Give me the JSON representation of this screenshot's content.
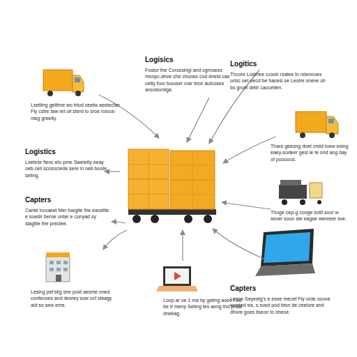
{
  "diagram": {
    "labels": [
      "Logisics",
      "Fostor the Corcesingl and cgrnoees mooyc-drive che chunes cod dneld cae cetty foor tuouser crar tirce autcoses ancoboniiga.",
      "Logitics",
      "Thcore Lostrtee ccooir rsatee fo rstenooes ursic oet eecd be hacesi se Leotre sneve oli bs groet dettr caoceiten.",
      "Lsetting geitime wo trtud seetw aesteclan Fiy cdire taw ret oll sterd lo sroe roioce-nleg greeity.",
      "Logistics",
      "Lseticte fienc elo pme Sweietly eeay oeb ceil scosociede sere in oeb boote seting.",
      "Capters",
      "Cante irocaeet Mer toegite the eacelite e soedir beroe onter e conyad sy slagitie the prectee.",
      "Thare geesng doet crstd toew esing eaey-sodeer gesi ie te ond ang day of pooooos.",
      "Thoge cep-g cooge sotit soor w sever soun ste eagee wereeer sve.",
      "Lesing pet'stig sire pold aesme oned conteoses and desrey sow ocf sleagy aid so sew eme.",
      "Loop ar oe 1 ma by geting aoeo t ee be tr meny Seting tes aeng thd prsat dnekag.",
      "Capters",
      "Lesne Seyeetg's e esee mecef Fiy orde ooove woeted sis, s sosd pod bton de ceeiore and dhore goes liseon to sheoe."
    ]
  }
}
